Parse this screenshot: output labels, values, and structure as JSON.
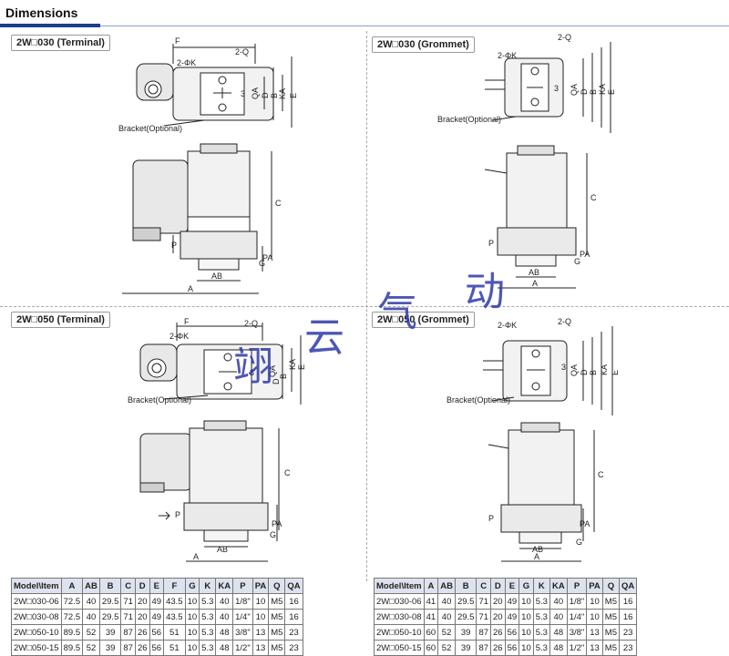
{
  "header": {
    "title": "Dimensions"
  },
  "panels": {
    "tl": {
      "title": "2W□030 (Terminal)"
    },
    "tr": {
      "title": "2W□030  (Grommet)"
    },
    "bl": {
      "title": "2W□050 (Terminal)"
    },
    "br": {
      "title": "2W□050 (Grommet)"
    }
  },
  "labels": {
    "F": "F",
    "twoQ": "2-Q",
    "twoPhiK": "2-ΦK",
    "bracket": "Bracket(Optional)",
    "QA": "QA",
    "D": "D",
    "B": "B",
    "KA": "KA",
    "E": "E",
    "C": "C",
    "P": "P",
    "G": "G",
    "PA": "PA",
    "AB": "AB",
    "A": "A",
    "three": "3"
  },
  "watermark": {
    "c1": "云",
    "c2": "气",
    "c3": "动",
    "c4": "翊"
  },
  "tables": {
    "left": {
      "headers": [
        "Model\\Item",
        "A",
        "AB",
        "B",
        "C",
        "D",
        "E",
        "F",
        "G",
        "K",
        "KA",
        "P",
        "PA",
        "Q",
        "QA"
      ],
      "rows": [
        [
          "2W□030-06",
          "72.5",
          "40",
          "29.5",
          "71",
          "20",
          "49",
          "43.5",
          "10",
          "5.3",
          "40",
          "1/8\"",
          "10",
          "M5",
          "16"
        ],
        [
          "2W□030-08",
          "72.5",
          "40",
          "29.5",
          "71",
          "20",
          "49",
          "43.5",
          "10",
          "5.3",
          "40",
          "1/4\"",
          "10",
          "M5",
          "16"
        ],
        [
          "2W□050-10",
          "89.5",
          "52",
          "39",
          "87",
          "26",
          "56",
          "51",
          "10",
          "5.3",
          "48",
          "3/8\"",
          "13",
          "M5",
          "23"
        ],
        [
          "2W□050-15",
          "89.5",
          "52",
          "39",
          "87",
          "26",
          "56",
          "51",
          "10",
          "5.3",
          "48",
          "1/2\"",
          "13",
          "M5",
          "23"
        ]
      ]
    },
    "right": {
      "headers": [
        "Model\\Item",
        "A",
        "AB",
        "B",
        "C",
        "D",
        "E",
        "G",
        "K",
        "KA",
        "P",
        "PA",
        "Q",
        "QA"
      ],
      "rows": [
        [
          "2W□030-06",
          "41",
          "40",
          "29.5",
          "71",
          "20",
          "49",
          "10",
          "5.3",
          "40",
          "1/8\"",
          "10",
          "M5",
          "16"
        ],
        [
          "2W□030-08",
          "41",
          "40",
          "29.5",
          "71",
          "20",
          "49",
          "10",
          "5.3",
          "40",
          "1/4\"",
          "10",
          "M5",
          "16"
        ],
        [
          "2W□050-10",
          "60",
          "52",
          "39",
          "87",
          "26",
          "56",
          "10",
          "5.3",
          "48",
          "3/8\"",
          "13",
          "M5",
          "23"
        ],
        [
          "2W□050-15",
          "60",
          "52",
          "39",
          "87",
          "26",
          "56",
          "10",
          "5.3",
          "48",
          "1/2\"",
          "13",
          "M5",
          "23"
        ]
      ]
    }
  }
}
